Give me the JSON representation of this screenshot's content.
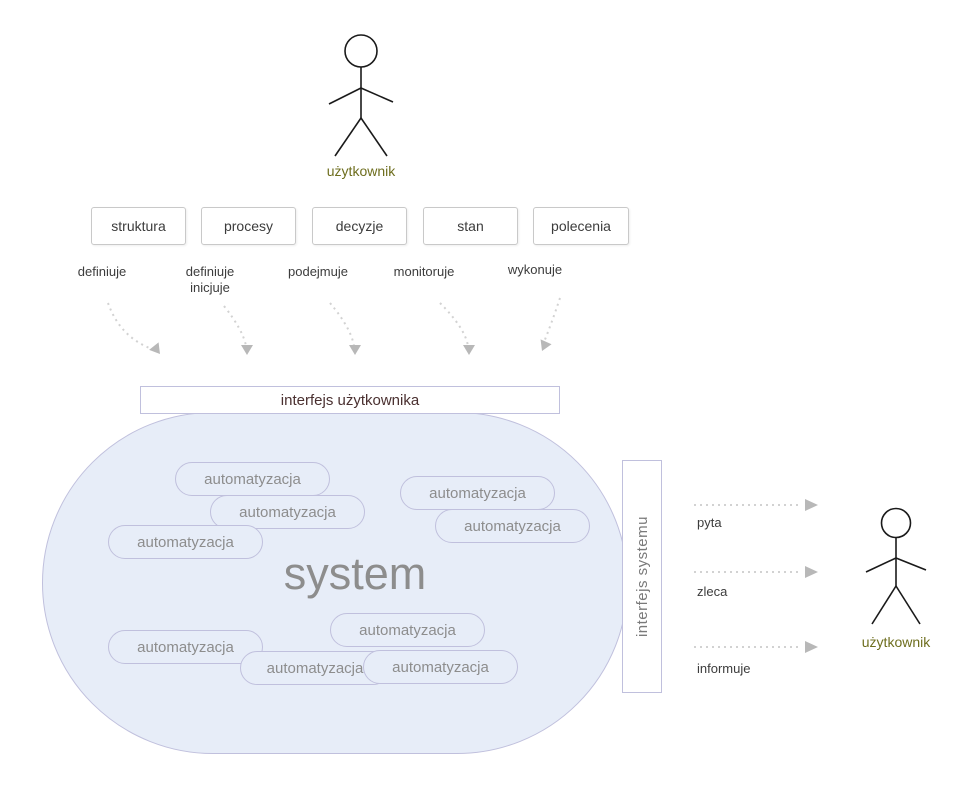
{
  "actors": {
    "top": {
      "label": "użytkownik"
    },
    "right": {
      "label": "użytkownik"
    }
  },
  "input_nodes": [
    {
      "label": "struktura",
      "action": "definiuje"
    },
    {
      "label": "procesy",
      "action": "definiuje\ninicjuje"
    },
    {
      "label": "decyzje",
      "action": "podejmuje"
    },
    {
      "label": "stan",
      "action": "monitoruje"
    },
    {
      "label": "polecenia",
      "action": "wykonuje"
    }
  ],
  "user_interface": {
    "label": "interfejs użytkownika"
  },
  "system_blob": {
    "label": "system",
    "automations": [
      "automatyzacja",
      "automatyzacja",
      "automatyzacja",
      "automatyzacja",
      "automatyzacja",
      "automatyzacja",
      "automatyzacja",
      "automatyzacja",
      "automatyzacja"
    ]
  },
  "system_interface": {
    "label": "interfejs systemu"
  },
  "outputs": [
    {
      "label": "pyta"
    },
    {
      "label": "zleca"
    },
    {
      "label": "informuje"
    }
  ],
  "colors": {
    "blob_fill": "#e7edf8",
    "purple_border": "#c0c0dd",
    "gray_border": "#c9c9c9",
    "actor_label": "#6e6e1e",
    "ui_label": "#4a3030",
    "muted_text": "#8d8d8d"
  }
}
